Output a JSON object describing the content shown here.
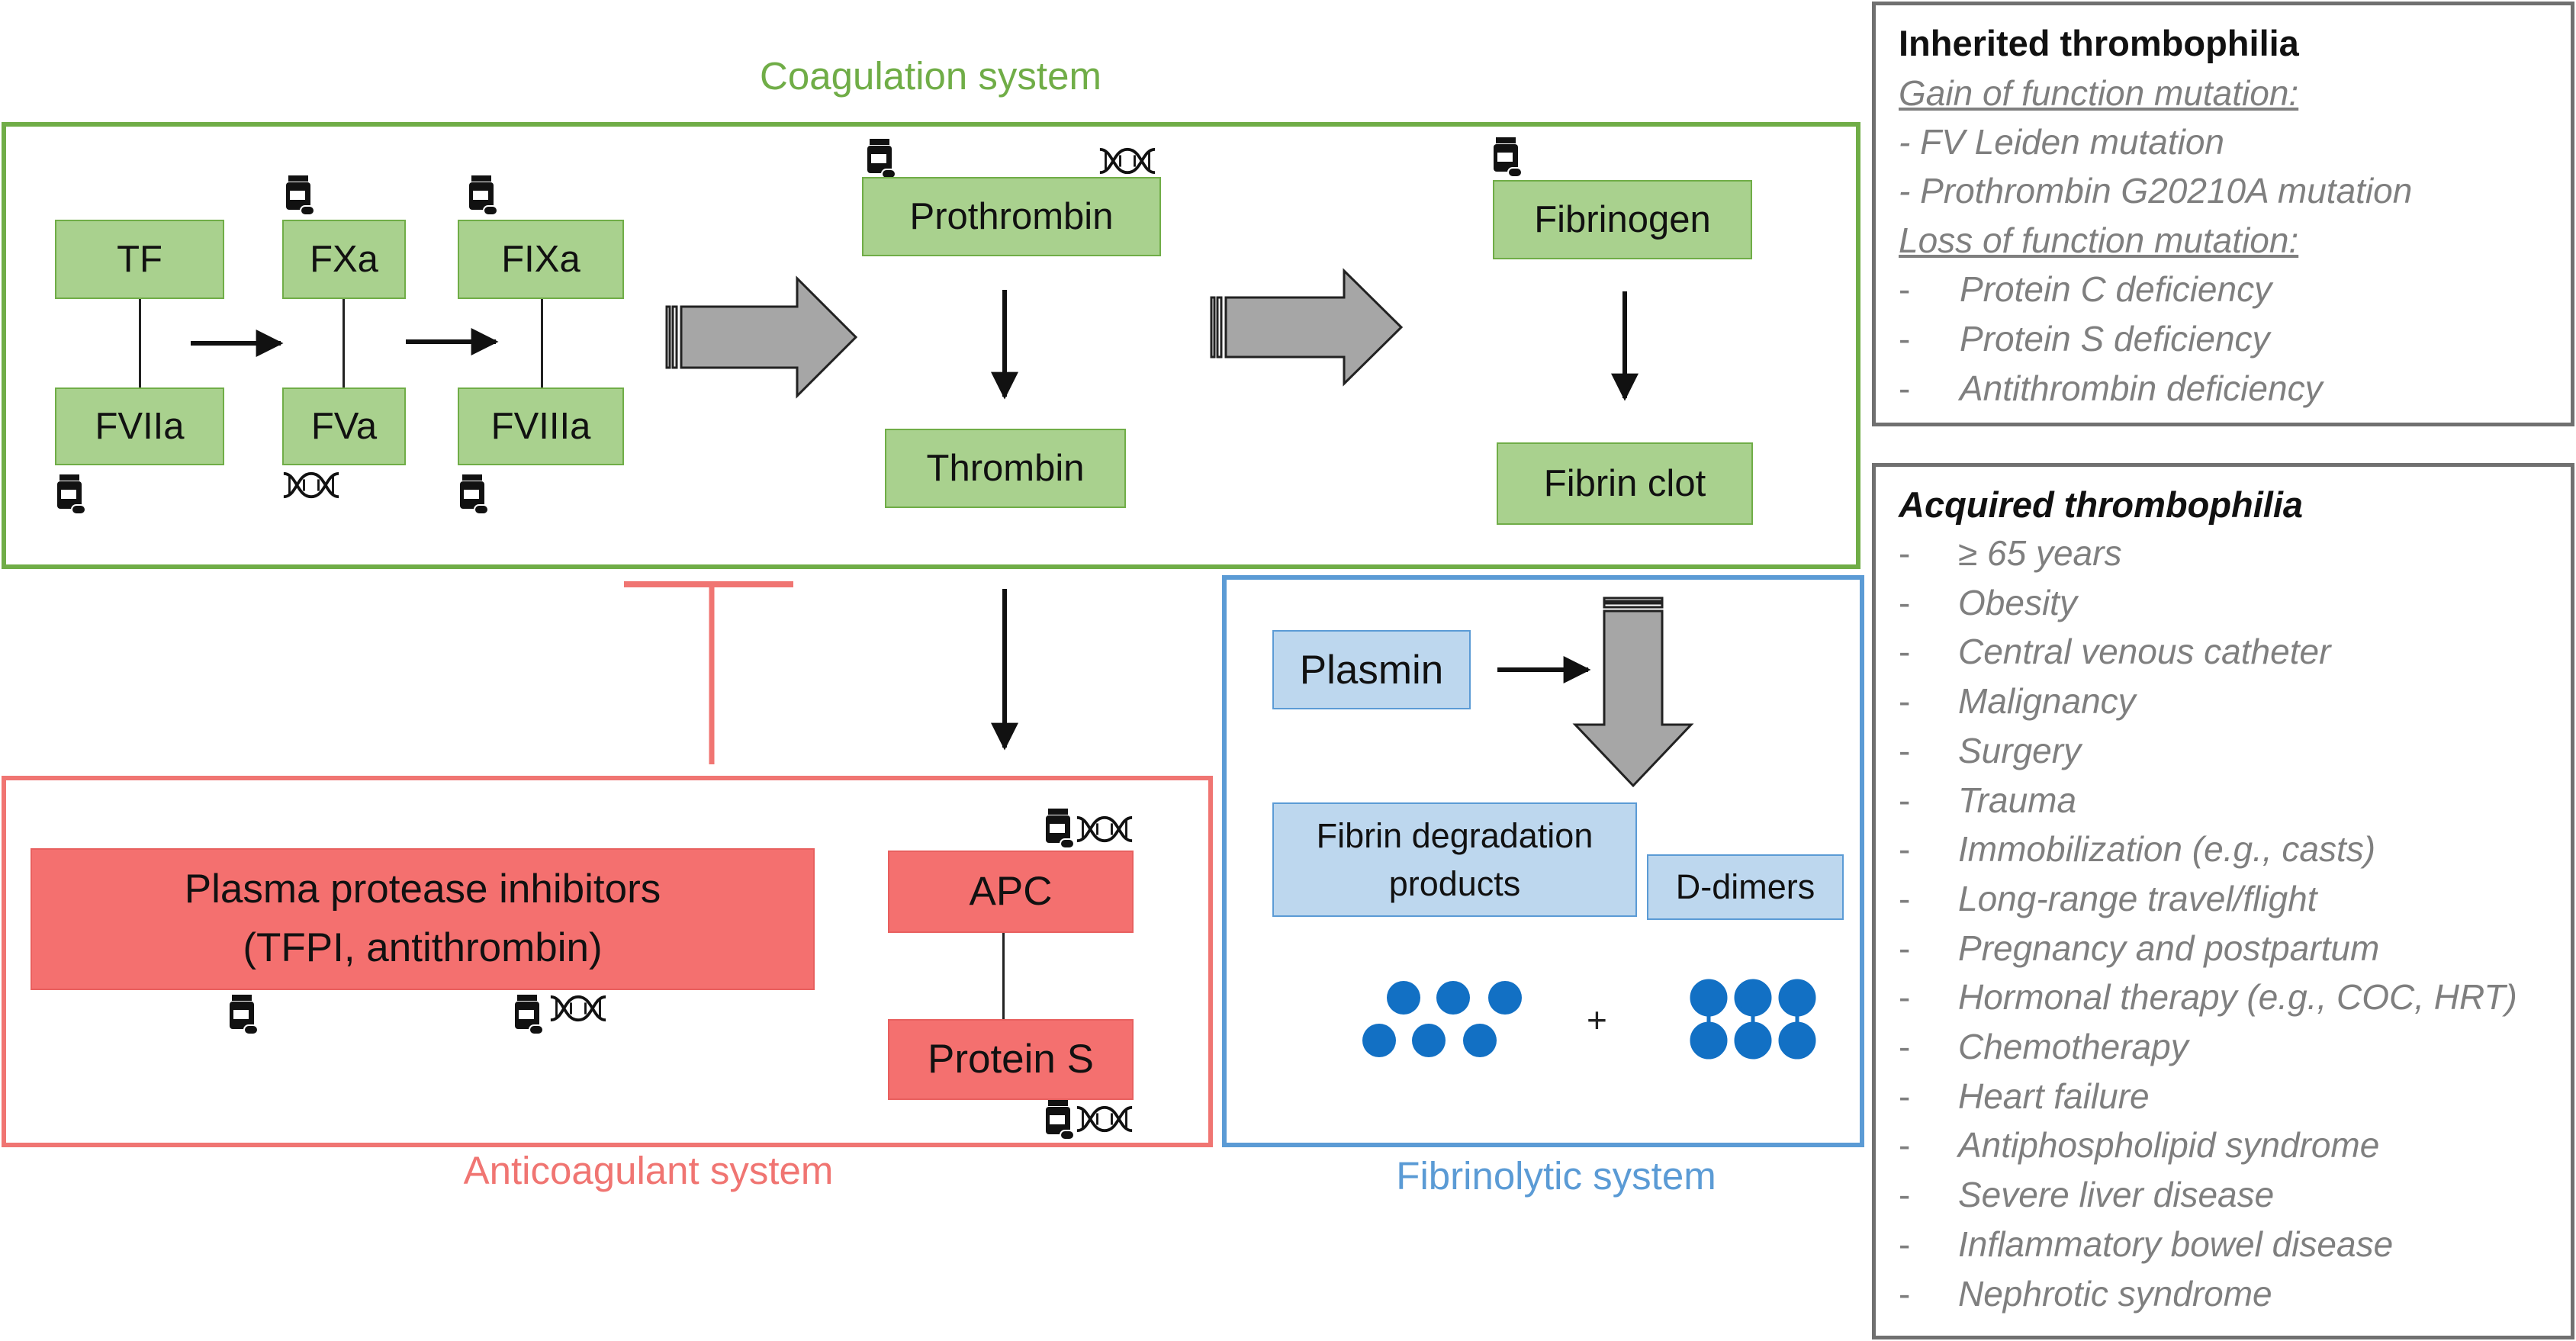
{
  "coagulation": {
    "title": "Coagulation system",
    "tf": "TF",
    "fxa": "FXa",
    "fixa": "FIXa",
    "fviia": "FVIIa",
    "fva": "FVa",
    "fviiia": "FVIIIa",
    "prothrombin": "Prothrombin",
    "thrombin": "Thrombin",
    "fibrinogen": "Fibrinogen",
    "fibrin_clot": "Fibrin clot"
  },
  "anticoagulant": {
    "title": "Anticoagulant system",
    "inhibitors_line1": "Plasma protease inhibitors",
    "inhibitors_line2": "(TFPI, antithrombin)",
    "apc": "APC",
    "protein_s": "Protein S"
  },
  "fibrinolytic": {
    "title": "Fibrinolytic system",
    "plasmin": "Plasmin",
    "fdp_line1": "Fibrin degradation",
    "fdp_line2": "products",
    "ddimers": "D-dimers",
    "plus": "+"
  },
  "inherited": {
    "title": "Inherited thrombophilia",
    "gain_heading": "Gain of function mutation:",
    "gain_items": [
      "- FV Leiden mutation",
      "- Prothrombin G20210A mutation"
    ],
    "loss_heading": "Loss of function mutation:",
    "loss_items": [
      "Protein C deficiency",
      "Protein S deficiency",
      "Antithrombin deficiency"
    ]
  },
  "acquired": {
    "title": "Acquired thrombophilia",
    "items": [
      "≥ 65 years",
      "Obesity",
      "Central venous catheter",
      "Malignancy",
      "Surgery",
      "Trauma",
      "Immobilization (e.g., casts)",
      "Long-range travel/flight",
      "Pregnancy and postpartum",
      "Hormonal therapy (e.g., COC, HRT)",
      "Chemotherapy",
      "Heart failure",
      "Antiphospholipid syndrome",
      "Severe liver disease",
      "Inflammatory bowel disease",
      "Nephrotic syndrome"
    ]
  },
  "icons": {
    "drug": "pill-bottle-icon",
    "gene": "dna-icon"
  },
  "colors": {
    "coagulation": "#70ad47",
    "coagulation_box": "#a9d18e",
    "anticoagulant": "#f4706f",
    "anticoagulant_border": "#f07572",
    "fibrinolytic": "#5b9bd5",
    "fibrinolytic_box": "#bdd7ee",
    "dots": "#1270c4",
    "sidebar_border": "#707070",
    "sidebar_text": "#7f7f7f"
  }
}
